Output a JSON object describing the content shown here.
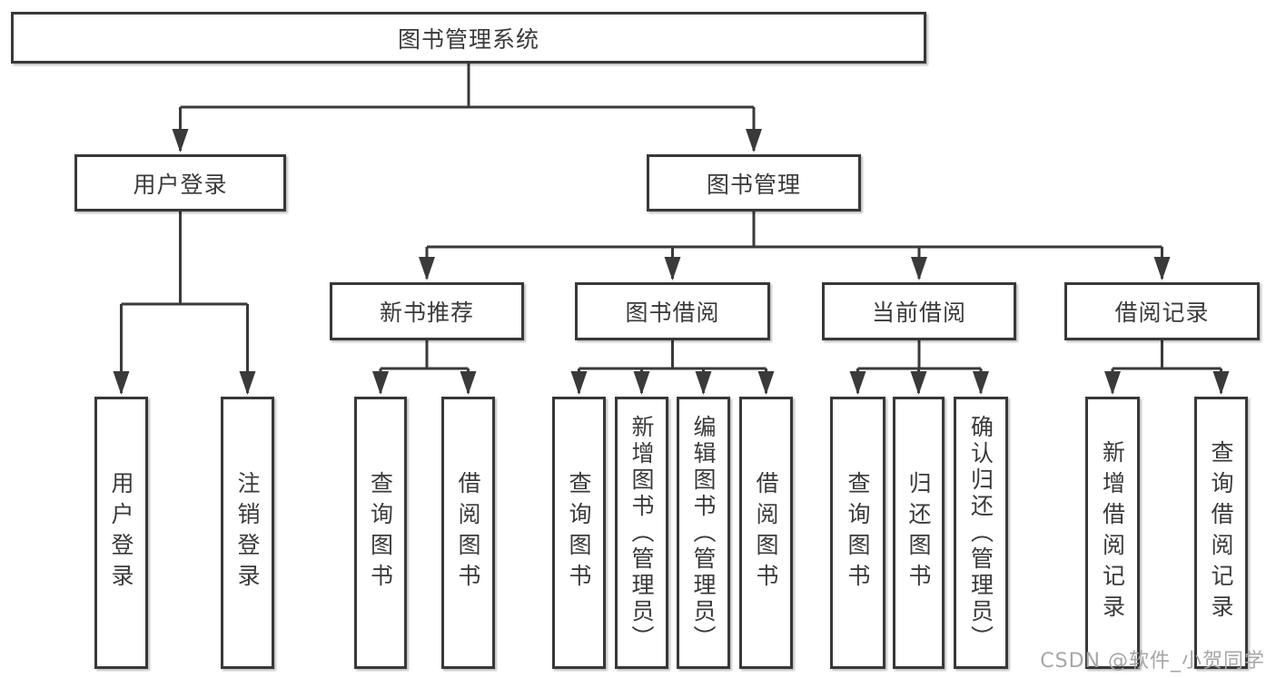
{
  "tree": {
    "root": {
      "label": "图书管理系统"
    },
    "branches": [
      {
        "label": "用户登录",
        "children": [
          {
            "label": "用户登录"
          },
          {
            "label": "注销登录"
          }
        ]
      },
      {
        "label": "图书管理",
        "children": [
          {
            "label": "新书推荐",
            "children": [
              {
                "label": "查询图书"
              },
              {
                "label": "借阅图书"
              }
            ]
          },
          {
            "label": "图书借阅",
            "children": [
              {
                "label": "查询图书"
              },
              {
                "label": "新增图书（管理员）"
              },
              {
                "label": "编辑图书（管理员）"
              },
              {
                "label": "借阅图书"
              }
            ]
          },
          {
            "label": "当前借阅",
            "children": [
              {
                "label": "查询图书"
              },
              {
                "label": "归还图书"
              },
              {
                "label": "确认归还（管理员）"
              }
            ]
          },
          {
            "label": "借阅记录",
            "children": [
              {
                "label": "新增借阅记录"
              },
              {
                "label": "查询借阅记录"
              }
            ]
          }
        ]
      }
    ]
  },
  "watermark": {
    "text": "CSDN @软件_小贺同学"
  },
  "colors": {
    "line": "#3a3a3a",
    "box_border": "#383838",
    "box_fill": "#ffffff",
    "text": "#3a3a3a",
    "watermark": "#a6a6a6",
    "bg": "#ffffff"
  }
}
